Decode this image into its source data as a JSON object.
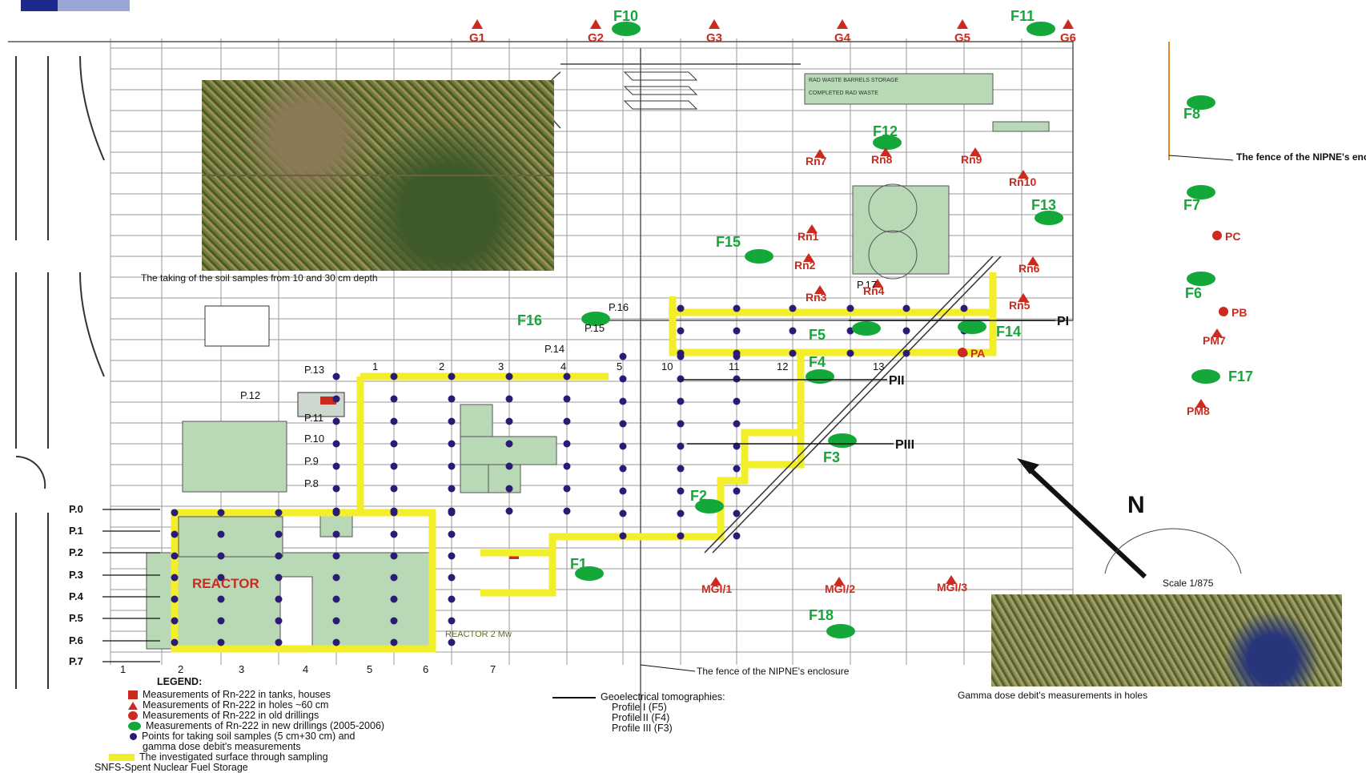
{
  "title_accent": "#1b2a8c",
  "colors": {
    "grid": "#9a9a9a",
    "route": "#f2ee2a",
    "building": "#b9d8b6",
    "drill_green": "#14a83a",
    "radon_red": "#cc2a1f",
    "soil_point": "#2a1c74"
  },
  "gamma_markers": [
    "G1",
    "G2",
    "G3",
    "G4",
    "G5",
    "G6"
  ],
  "new_drillings": [
    "F1",
    "F2",
    "F3",
    "F4",
    "F5",
    "F6",
    "F7",
    "F8",
    "F10",
    "F11",
    "F12",
    "F13",
    "F14",
    "F15",
    "F16",
    "F17",
    "F18"
  ],
  "holes_60cm": [
    "Rn1",
    "Rn2",
    "Rn3",
    "Rn4",
    "Rn5",
    "Rn6",
    "Rn7",
    "Rn8",
    "Rn9",
    "Rn10",
    "PM7",
    "PM8",
    "MGI/1",
    "MGI/2",
    "MGI/3"
  ],
  "old_drillings": [
    "PC",
    "PB",
    "PA"
  ],
  "profiles_right": [
    "PI",
    "PII",
    "PIII"
  ],
  "row_labels": [
    "P.0",
    "P.1",
    "P.2",
    "P.3",
    "P.4",
    "P.5",
    "P.6",
    "P.7"
  ],
  "upper_row_labels": [
    "P.8",
    "P.9",
    "P.10",
    "P.11",
    "P.12",
    "P.13",
    "P.14",
    "P.15",
    "P.16",
    "P.17"
  ],
  "col_numbers_bottom": [
    "1",
    "2",
    "3",
    "4",
    "5",
    "6",
    "7"
  ],
  "reactor_label": "REACTOR",
  "reactor_sub_label": "REACTOR 2 Mw",
  "north_label": "N",
  "scale_label": "Scale 1/875",
  "fence_label_top": "The fence of the NIPNE's enclosure",
  "fence_label_bottom": "The fence of the NIPNE's enclosure",
  "photo_soil_caption": "The taking of the soil samples from 10 and 30 cm depth",
  "photo_gamma_caption": "Gamma dose debit's measurements in holes",
  "waste_box": {
    "line1": "RAD WASTE BARRELS STORAGE",
    "line2": "COMPLETED RAD WASTE"
  },
  "legend": {
    "title": "LEGEND:",
    "items": [
      "Measurements of Rn-222 in tanks, houses",
      "Measurements of Rn-222 in holes ~60 cm",
      "Measurements of Rn-222 in old drillings",
      "Measurements of Rn-222 in new drillings (2005-2006)",
      "Points for taking soil samples (5 cm+30 cm) and",
      "gamma dose debit's measurements",
      "The investigated surface through sampling",
      "SNFS-Spent Nuclear Fuel Storage"
    ]
  },
  "geo_legend": {
    "title": "Geoelectrical tomographies:",
    "items": [
      "Profile I (F5)",
      "Profile II (F4)",
      "Profile III (F3)"
    ]
  }
}
